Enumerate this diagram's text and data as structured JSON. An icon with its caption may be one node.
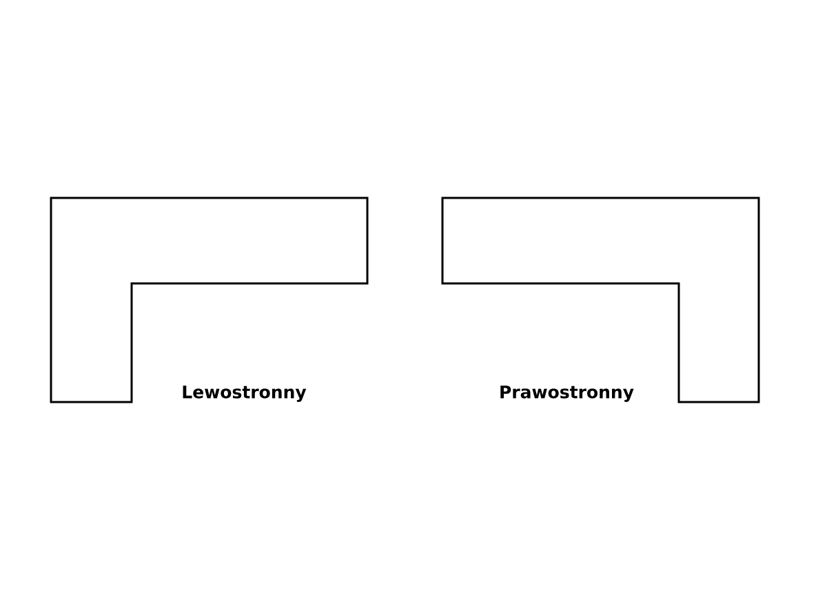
{
  "diagram": {
    "nodes": [
      {
        "text": [],
        "shape": "l-shape",
        "beside": [
          "Lewostronny"
        ]
      },
      {
        "text": [],
        "shape": "l-shape",
        "beside": [
          "Prawostronny"
        ]
      }
    ]
  }
}
